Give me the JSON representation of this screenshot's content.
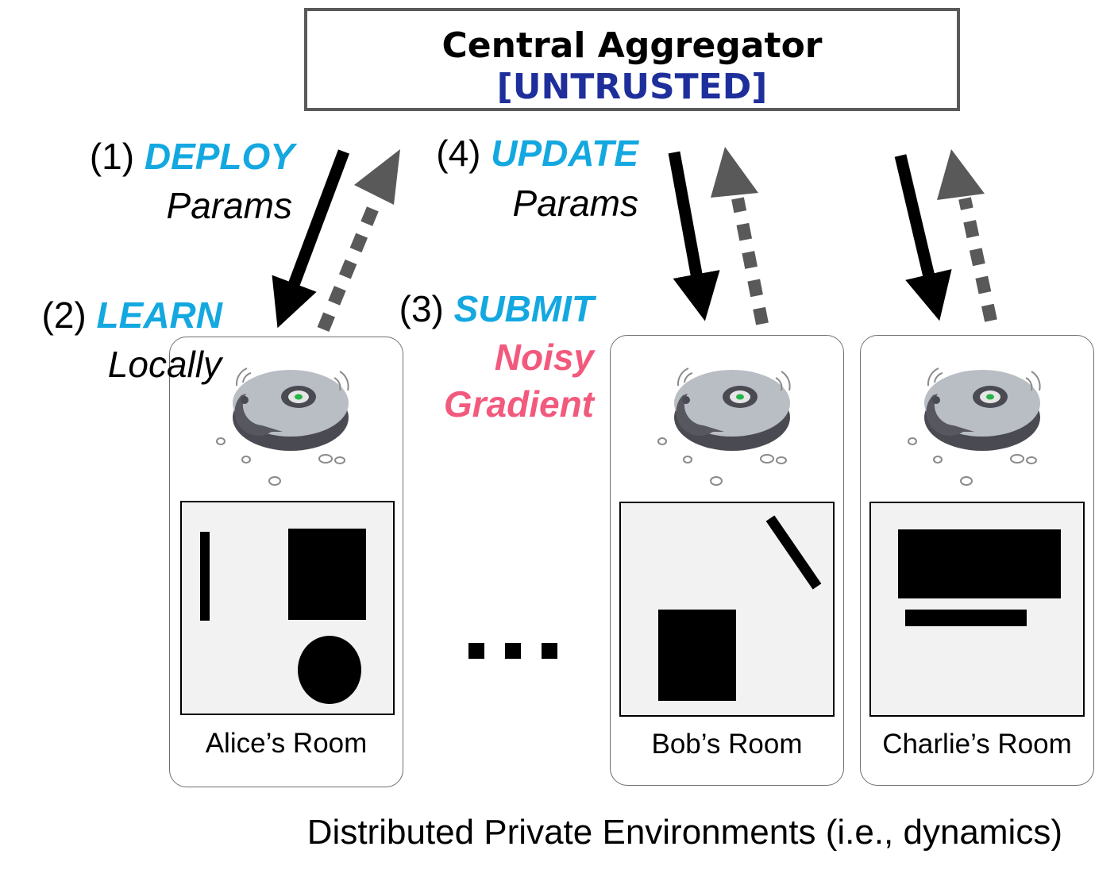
{
  "aggregator": {
    "title": "Central Aggregator",
    "subtitle": "[UNTRUSTED]"
  },
  "steps": {
    "deploy": {
      "num": "(1)",
      "keyword": "DEPLOY",
      "detail": "Params"
    },
    "learn": {
      "num": "(2)",
      "keyword": "LEARN",
      "detail": "Locally"
    },
    "submit": {
      "num": "(3)",
      "keyword": "SUBMIT",
      "detail_line1": "Noisy",
      "detail_line2": "Gradient"
    },
    "update": {
      "num": "(4)",
      "keyword": "UPDATE",
      "detail": "Params"
    }
  },
  "rooms": [
    {
      "label": "Alice’s Room"
    },
    {
      "label": "Bob’s Room"
    },
    {
      "label": "Charlie’s Room"
    }
  ],
  "ellipsis": "...",
  "footer": "Distributed Private Environments (i.e., dynamics)",
  "colors": {
    "keyword": "#14a8e0",
    "noisy": "#f25a7d",
    "untrusted": "#1e2f9c",
    "upload_arrow": "#595959"
  },
  "icons": [
    "robot-vacuum-icon",
    "down-arrow",
    "dashed-up-arrow"
  ]
}
